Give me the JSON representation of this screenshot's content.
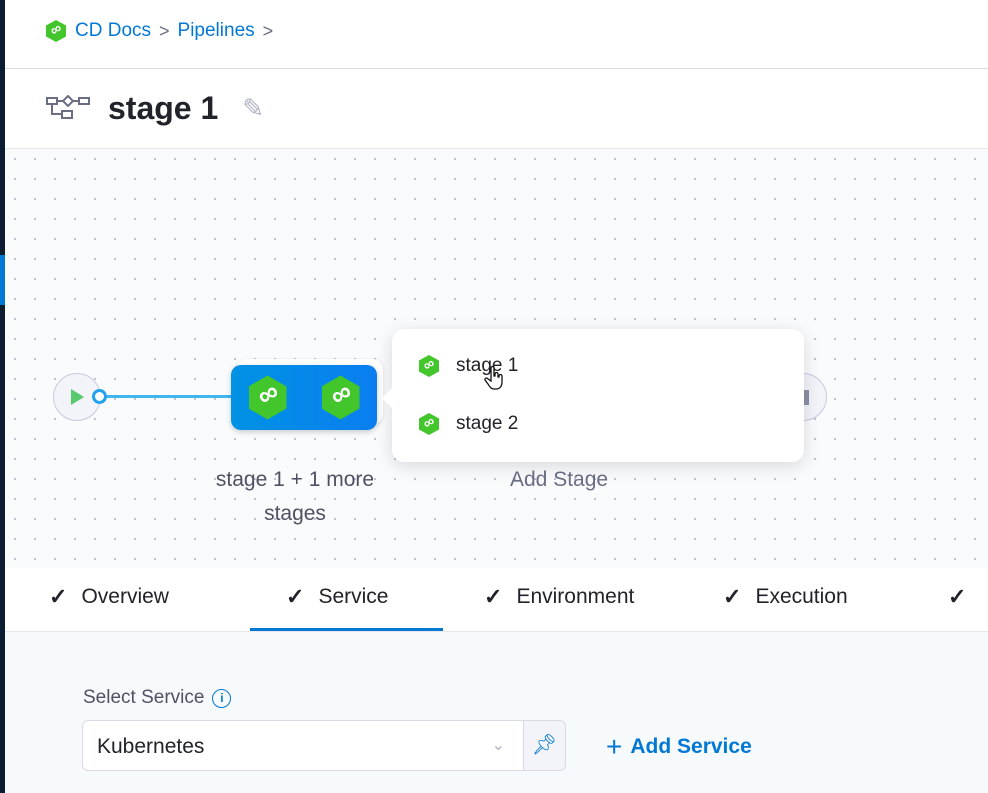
{
  "breadcrumb": {
    "items": [
      "CD Docs",
      "Pipelines"
    ],
    "separator": ">"
  },
  "header": {
    "title": "stage 1",
    "icon": "pipeline-stage-icon",
    "edit_icon": "pencil-icon"
  },
  "canvas": {
    "group_label": "stage 1 + 1 more stages",
    "add_stage_label": "Add Stage",
    "popover": {
      "items": [
        {
          "label": "stage 1"
        },
        {
          "label": "stage 2"
        }
      ]
    }
  },
  "tabs": [
    {
      "label": "Overview",
      "checked": true
    },
    {
      "label": "Service",
      "checked": true,
      "active": true
    },
    {
      "label": "Environment",
      "checked": true
    },
    {
      "label": "Execution",
      "checked": true
    },
    {
      "label": "",
      "checked": true
    }
  ],
  "form": {
    "select_service_label": "Select Service",
    "service_value": "Kubernetes",
    "add_service_label": "Add Service"
  },
  "colors": {
    "accent": "#0278d5",
    "stage_green": "#42c62b",
    "sidebar": "#0b1c33"
  }
}
